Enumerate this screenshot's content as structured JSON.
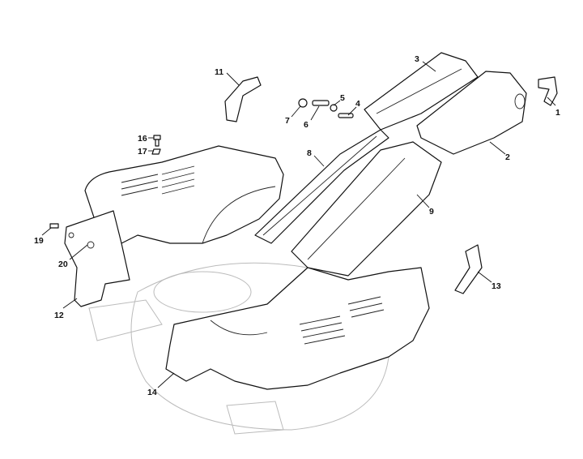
{
  "diagram": {
    "callouts": [
      "1",
      "2",
      "3",
      "4",
      "5",
      "6",
      "7",
      "8",
      "9",
      "11",
      "12",
      "13",
      "14",
      "16",
      "17",
      "19",
      "20"
    ]
  }
}
